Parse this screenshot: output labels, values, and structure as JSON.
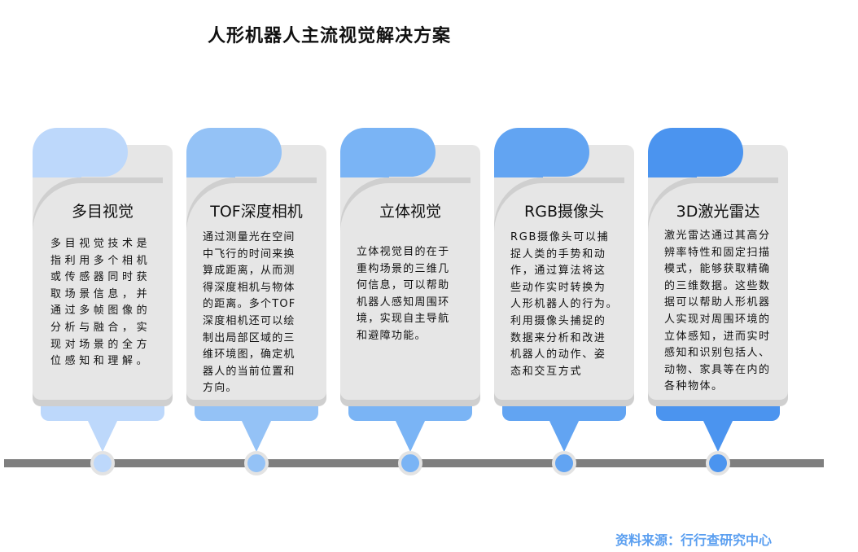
{
  "title": "人形机器人主流视觉解决方案",
  "cards": [
    {
      "title": "多目视觉",
      "color": "#bdd8fb",
      "lines": [
        "多目视觉技术是",
        "指利用多个相机",
        "或传感器同时获",
        "取场景信息，并",
        "通过多帧图像的",
        "分析与融合，实",
        "现对场景的全方",
        "位感知和理解。"
      ]
    },
    {
      "title": "TOF深度相机",
      "color": "#94c2f6",
      "lines": [
        "通过测量光在空间",
        "中飞行的时间来换",
        "算成距离，从而测",
        "得深度相机与物体",
        "的距离。多个TOF",
        "深度相机还可以绘",
        "制出局部区域的三",
        "维环境图，确定机",
        "器人的当前位置和",
        "方向。"
      ]
    },
    {
      "title": "立体视觉",
      "color": "#7ab4f5",
      "lines": [
        "立体视觉目的在于",
        "重构场景的三维几",
        "何信息，可以帮助",
        "机器人感知周围环",
        "境，实现自主导航",
        "和避障功能。"
      ]
    },
    {
      "title": "RGB摄像头",
      "color": "#62a4f2",
      "lines": [
        "RGB摄像头可以捕",
        "捉人类的手势和动",
        "作，通过算法将这",
        "些动作实时转换为",
        "人形机器人的行为。",
        "利用摄像头捕捉的",
        "数据来分析和改进",
        "机器人的动作、姿",
        "态和交互方式"
      ]
    },
    {
      "title": "3D激光雷达",
      "color": "#4b94ef",
      "lines": [
        "激光雷达通过其高分",
        "辨率特性和固定扫描",
        "模式，能够获取精确",
        "的三维数据。这些数",
        "据可以帮助人形机器",
        "人实现对周围环境的",
        "立体感知，进而实时",
        "感知和识别包括人、",
        "动物、家具等在内的",
        "各种物体。"
      ]
    }
  ],
  "source": "资料来源：行行查研究中心"
}
